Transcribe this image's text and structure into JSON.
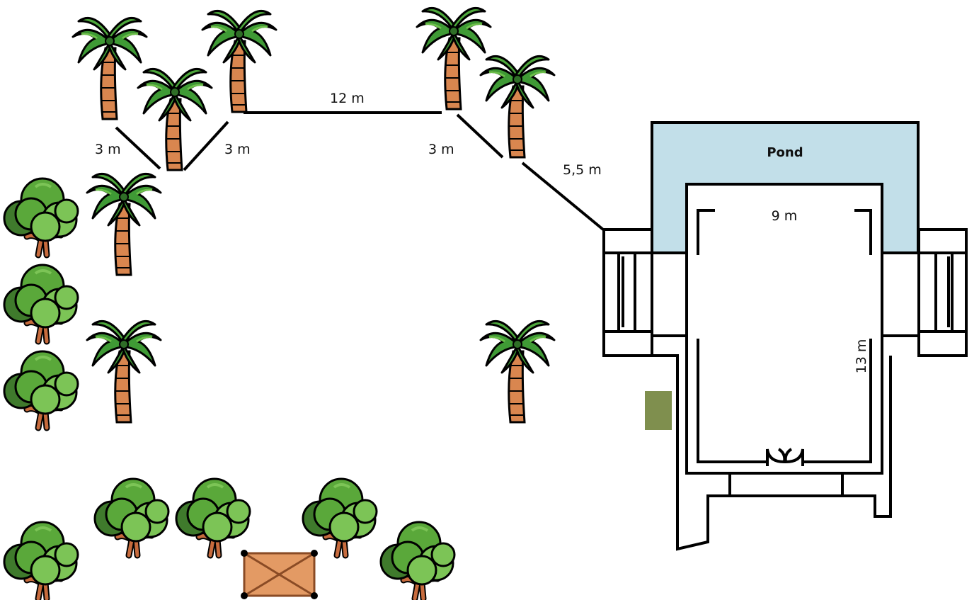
{
  "labels": {
    "dist_top": "12 m",
    "dist_left_1": "3 m",
    "dist_left_2": "3 m",
    "dist_right_1": "3 m",
    "dist_diag": "5,5 m",
    "pond": "Pond",
    "house_width": "9 m",
    "house_length": "13 m"
  },
  "icons": {
    "palm": "palm-tree-icon",
    "bush": "bush-tree-icon",
    "crate": "wooden-crate-icon",
    "marker": "green-marker"
  },
  "colors": {
    "pond": "#c2dfe9",
    "palm_leaf": "#3f9a35",
    "palm_leaf_light": "#6cc04a",
    "trunk": "#d9864f",
    "bush_dark": "#3f7a2c",
    "bush_mid": "#5aa83a",
    "bush_light": "#7cc456",
    "crate": "#e39a64",
    "marker": "#7f8f4e"
  }
}
